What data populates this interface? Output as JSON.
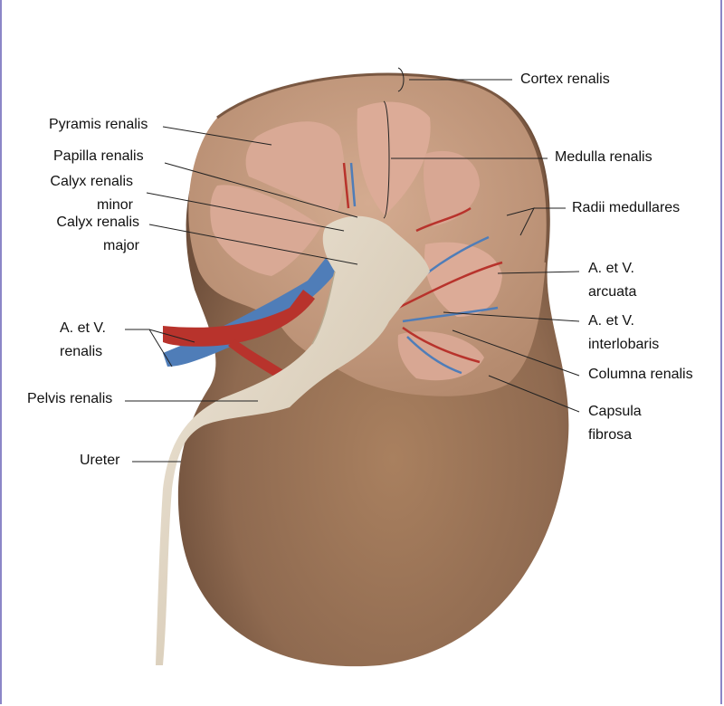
{
  "colors": {
    "kidney_outer": "#9b7458",
    "cortex": "#c49a7e",
    "medulla": "#d8a894",
    "pelvis": "#e2d7c5",
    "artery": "#b8332c",
    "vein": "#4f7db8",
    "leader": "#222222",
    "frame": "#8b86c7"
  },
  "labels": {
    "cortex": "Cortex renalis",
    "pyramis": "Pyramis renalis",
    "medulla": "Medulla renalis",
    "papilla": "Papilla renalis",
    "calyx_minor": [
      "Calyx renalis",
      "minor"
    ],
    "radii": "Radii medullares",
    "calyx_major": [
      "Calyx renalis",
      "major"
    ],
    "arcuata": [
      "A. et V.",
      "arcuata"
    ],
    "interlobaris": [
      "A. et V.",
      "interlobaris"
    ],
    "renalis": [
      "A. et V.",
      "renalis"
    ],
    "columna": "Columna renalis",
    "capsula": [
      "Capsula",
      "fibrosa"
    ],
    "pelvis": "Pelvis renalis",
    "ureter": "Ureter"
  }
}
